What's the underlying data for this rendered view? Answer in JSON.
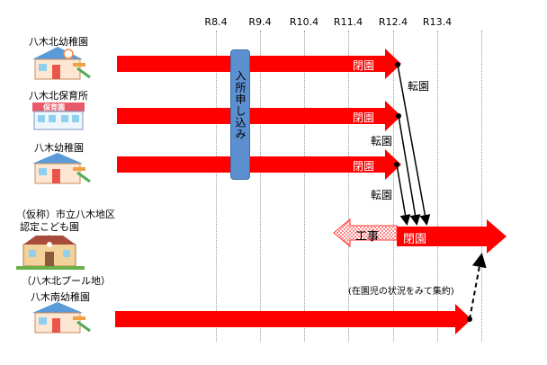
{
  "timeline": {
    "ticks": [
      "R8.4",
      "R9.4",
      "R10.4",
      "R11.4",
      "R12.4",
      "R13.4"
    ]
  },
  "facilities": [
    {
      "label": "八木北幼稚園",
      "icon": "kindergarten-building-icon"
    },
    {
      "label": "八木北保育所",
      "icon": "nursery-building-icon",
      "sign": "保育園"
    },
    {
      "label": "八木幼稚園",
      "icon": "kindergarten-building-icon"
    },
    {
      "label_line1": "（仮称）市立八木地区",
      "label_line2": "認定こども園",
      "sublabel": "（八木北プール地）",
      "icon": "new-center-building-icon"
    },
    {
      "label": "八木南幼稚園",
      "icon": "kindergarten-building-icon"
    }
  ],
  "annotations": {
    "signup": "入所申し込み",
    "closure": "閉園",
    "transfer": "転園",
    "construction": "工事",
    "new_center_open_closure": "閉園",
    "consolidation_note": "(在園児の状況をみて集約)"
  },
  "colors": {
    "arrow_red": "#ff0000",
    "signup_blue": "#5b8fd0",
    "construction_pattern": "#ff3030"
  }
}
